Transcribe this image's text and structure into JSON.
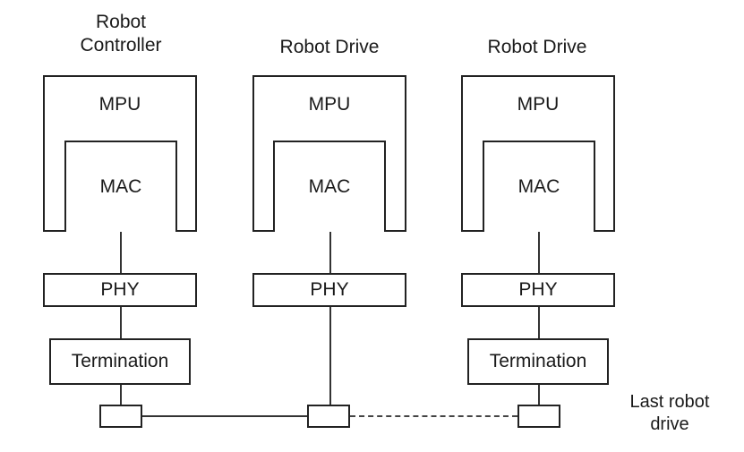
{
  "columns": [
    {
      "title": "Robot\nController",
      "mpu": "MPU",
      "mac": "MAC",
      "phy": "PHY",
      "termination": "Termination"
    },
    {
      "title": "Robot Drive",
      "mpu": "MPU",
      "mac": "MAC",
      "phy": "PHY",
      "termination": ""
    },
    {
      "title": "Robot Drive",
      "mpu": "MPU",
      "mac": "MAC",
      "phy": "PHY",
      "termination": "Termination"
    }
  ],
  "note": "Last robot\ndrive",
  "colors": {
    "stroke": "#222222",
    "background": "#ffffff"
  }
}
